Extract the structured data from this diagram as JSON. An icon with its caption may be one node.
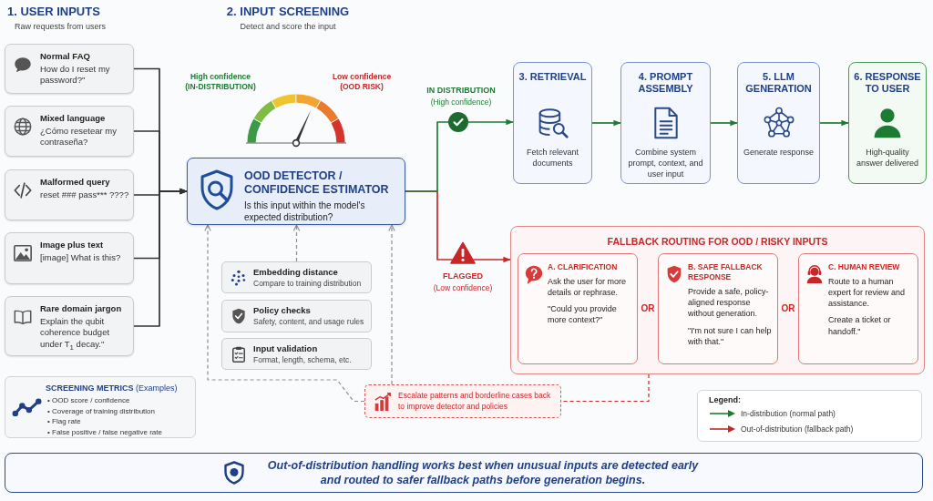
{
  "diagram": {
    "nodes": [
      {
        "text": [
          "Normal FAQ",
          "How do I reset my password?\""
        ]
      },
      {
        "text": [
          "Mixed language",
          "¿Cómo resetear my contraseña?"
        ]
      },
      {
        "text": [
          "Malformed query",
          "reset ### pass*** ????"
        ]
      },
      {
        "text": [
          "Image plus text",
          "[image] What is this?"
        ]
      },
      {
        "text": [
          "Rare domain jargon",
          "Explain the qubit coherence budget under T$_{1}$ decay.\""
        ]
      },
      {
        "text": [
          "OOD DETECTOR / CONFIDENCE ESTIMATOR",
          "Is this input within the model's expected distribution?"
        ]
      },
      {
        "text": [
          "Embedding distance",
          "Compare to training distribution"
        ]
      },
      {
        "text": [
          "Policy checks",
          "Safety, content, and usage rules"
        ]
      },
      {
        "text": [
          "Input validation",
          "Format, length, schema, etc."
        ]
      },
      {
        "text": [],
        "shape": "circle",
        "beside": [
          "IN DISTRIBUTION",
          "(High confidence)"
        ]
      },
      {
        "text": [],
        "shape": "triangle",
        "beside": [
          "FLAGGED",
          "(Low confidence)"
        ]
      },
      {
        "text": [
          "3. RETRIEVAL",
          "Fetch relevant documents"
        ]
      },
      {
        "text": [
          "4. PROMPT ASSEMBLY",
          "Combine system prompt, context, and user input"
        ]
      },
      {
        "text": [
          "5. LLM GENERATION",
          "Generate response"
        ]
      },
      {
        "text": [
          "6. RESPONSE TO USER",
          "High-quality answer delivered"
        ]
      },
      {
        "text": [
          "FALLBACK ROUTING FOR OOD / RISKY INPUTS"
        ]
      },
      {
        "text": [
          "A. CLARIFICATION",
          "Ask the user for more details or rephrase.",
          "\"Could you provide more context?\""
        ],
        "in": 15
      },
      {
        "text": [
          "B. SAFE FALLBACK RESPONSE",
          "Provide a safe, policy-aligned response without generation.",
          "\"I'm not sure I can help with that.\""
        ],
        "in": 15
      },
      {
        "text": [
          "C. HUMAN REVIEW",
          "Route to a human expert for review and assistance.",
          "Create a ticket or handoff.\""
        ],
        "in": 15
      },
      {
        "text": [
          "Escalate patterns and borderline cases back to improve detector and policies"
        ]
      },
      {
        "text": [
          "**SCREENING METRICS** (Examples)",
          "• OOD score / confidence",
          "• Coverage of training distribution",
          "• Flag rate",
          "• False positive / false negative rate"
        ]
      },
      {
        "text": [
          "Out-of-distribution handling works best when unusual inputs are detected early and routed to safer fallback paths before generation begins."
        ]
      }
    ],
    "edges": [
      {
        "from": 0,
        "to": 5,
        "arrow": "to"
      },
      {
        "from": 1,
        "to": 5,
        "arrow": "to"
      },
      {
        "from": 2,
        "to": 5,
        "arrow": "to"
      },
      {
        "from": 3,
        "to": 5,
        "arrow": "to"
      },
      {
        "from": 4,
        "to": 5,
        "arrow": "to"
      },
      {
        "from": 5,
        "to": 9,
        "arrow": "none",
        "color": "#1e7b34"
      },
      {
        "from": 9,
        "to": 11,
        "arrow": "to",
        "color": "#1e7b34"
      },
      {
        "from": 5,
        "to": 10,
        "arrow": "none",
        "color": "#c62828"
      },
      {
        "from": 10,
        "to": 15,
        "arrow": "to",
        "color": "#c62828"
      },
      {
        "from": 11,
        "to": 12,
        "arrow": "to",
        "color": "#1e7b34"
      },
      {
        "from": 12,
        "to": 13,
        "arrow": "to",
        "color": "#1e7b34"
      },
      {
        "from": 13,
        "to": 14,
        "arrow": "to",
        "color": "#1e7b34"
      },
      {
        "from": 6,
        "to": 5,
        "arrow": "to",
        "style": "dashed",
        "color": "#8a8f98"
      },
      {
        "from": 19,
        "to": 5,
        "arrow": "to",
        "style": "dashed",
        "color": "#8a8f98"
      },
      {
        "from": 19,
        "to": 5,
        "arrow": "to",
        "style": "dashed",
        "color": "#8a8f98"
      },
      {
        "from": 15,
        "to": 19,
        "arrow": "none",
        "style": "dashed",
        "color": "#c62828"
      }
    ],
    "labels": [
      "1. USER INPUTS",
      "Raw requests from users",
      "2. INPUT SCREENING",
      "Detect and score the input",
      "High confidence (IN-DISTRIBUTION)",
      "Low confidence (OOD RISK)",
      "OR",
      "OR",
      "Legend:"
    ],
    "legend": [
      {
        "text": "In-distribution (normal path)"
      },
      {
        "text": "Out-of-distribution (fallback path)"
      }
    ]
  }
}
